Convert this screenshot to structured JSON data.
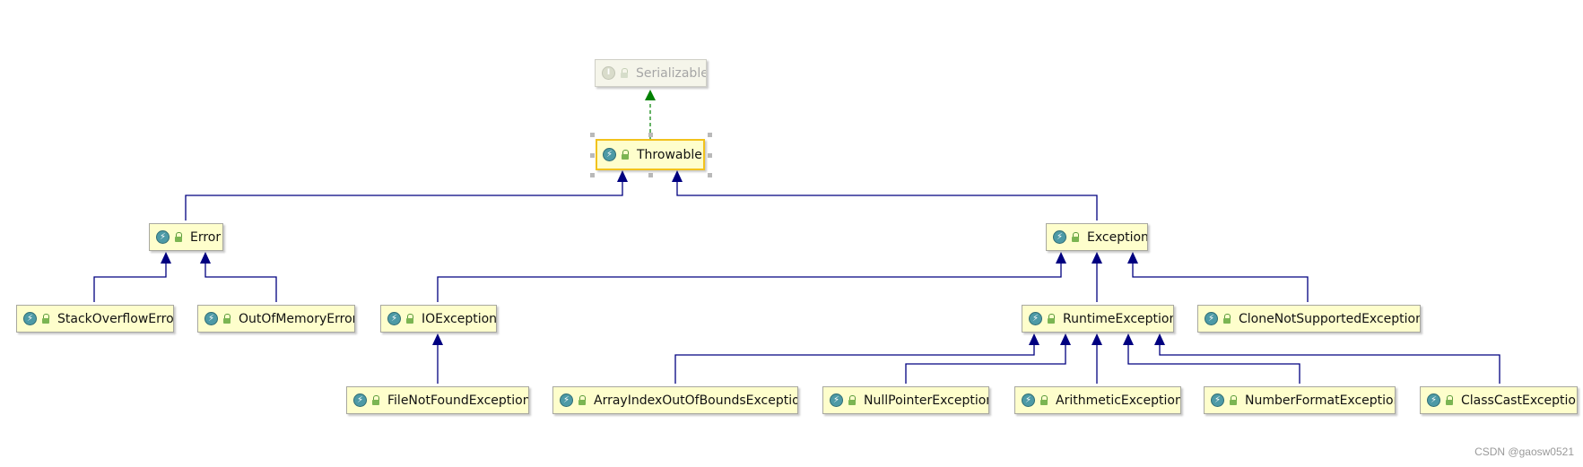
{
  "diagram": {
    "nodes": {
      "serializable": "Serializable",
      "throwable": "Throwable",
      "error": "Error",
      "exception": "Exception",
      "stack_overflow_error": "StackOverflowError",
      "out_of_memory_error": "OutOfMemoryError",
      "io_exception": "IOException",
      "runtime_exception": "RuntimeException",
      "clone_not_supported_exception": "CloneNotSupportedException",
      "file_not_found_exception": "FileNotFoundException",
      "array_index_out_of_bounds_exception": "ArrayIndexOutOfBoundsException",
      "null_pointer_exception": "NullPointerException",
      "arithmetic_exception": "ArithmeticException",
      "number_format_exception": "NumberFormatException",
      "class_cast_exception": "ClassCastException"
    },
    "interface_glyph": "I",
    "class_glyph": "⚡",
    "edge_colors": {
      "extends": "#000080",
      "implements": "#008000"
    },
    "selected_border": "#f2c21d"
  },
  "watermark": "CSDN @gaosw0521"
}
